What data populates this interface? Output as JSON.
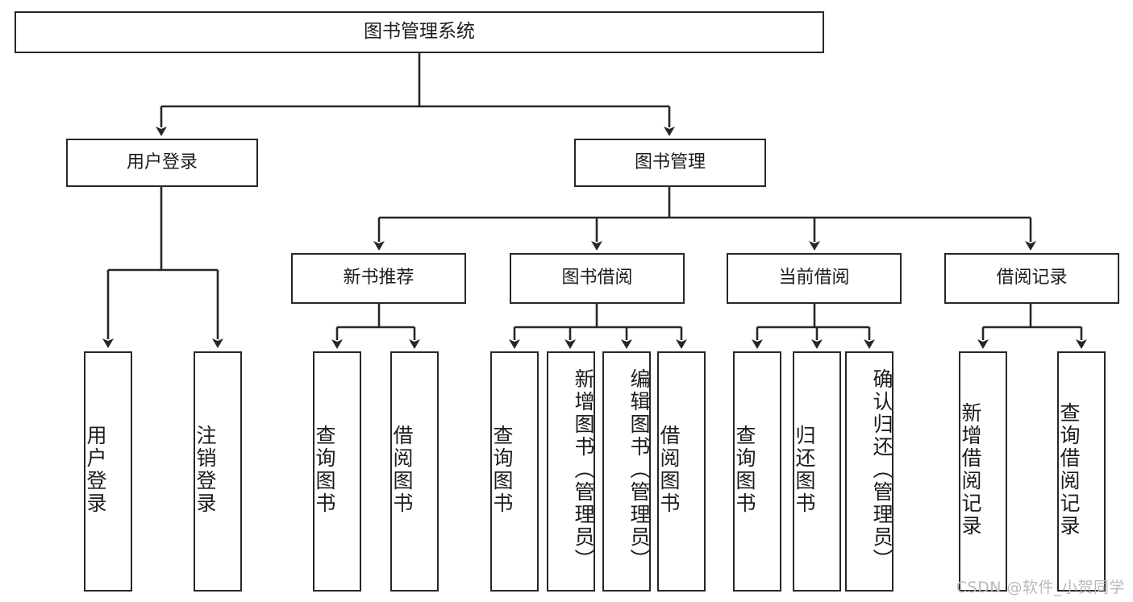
{
  "diagram": {
    "type": "tree",
    "title": "图书管理系统",
    "watermark": "CSDN @软件_小贺同学",
    "colors": {
      "stroke": "#272727",
      "fill": "#ffffff",
      "text": "#1c1c1c",
      "watermark": "#b9b9b9"
    },
    "nodes": {
      "root": {
        "label": "图书管理系统"
      },
      "level2": [
        {
          "id": "user-login",
          "label": "用户登录"
        },
        {
          "id": "book-manage",
          "label": "图书管理"
        }
      ],
      "level3": [
        {
          "id": "new-book-recommend",
          "label": "新书推荐"
        },
        {
          "id": "book-borrow",
          "label": "图书借阅"
        },
        {
          "id": "current-borrow",
          "label": "当前借阅"
        },
        {
          "id": "borrow-record",
          "label": "借阅记录"
        }
      ],
      "leaves": [
        {
          "id": "leaf-user-login",
          "label": "用户登录",
          "parent": "user-login"
        },
        {
          "id": "leaf-logout",
          "label": "注销登录",
          "parent": "user-login"
        },
        {
          "id": "leaf-query-book-1",
          "label": "查询图书",
          "parent": "new-book-recommend"
        },
        {
          "id": "leaf-borrow-book-1",
          "label": "借阅图书",
          "parent": "new-book-recommend"
        },
        {
          "id": "leaf-query-book-2",
          "label": "查询图书",
          "parent": "book-borrow"
        },
        {
          "id": "leaf-add-book",
          "label": "新增图书（管理员）",
          "parent": "book-borrow"
        },
        {
          "id": "leaf-edit-book",
          "label": "编辑图书（管理员）",
          "parent": "book-borrow"
        },
        {
          "id": "leaf-borrow-book-2",
          "label": "借阅图书",
          "parent": "book-borrow"
        },
        {
          "id": "leaf-query-book-3",
          "label": "查询图书",
          "parent": "current-borrow"
        },
        {
          "id": "leaf-return-book",
          "label": "归还图书",
          "parent": "current-borrow"
        },
        {
          "id": "leaf-confirm-return",
          "label": "确认归还（管理员）",
          "parent": "current-borrow"
        },
        {
          "id": "leaf-add-record",
          "label": "新增借阅记录",
          "parent": "borrow-record"
        },
        {
          "id": "leaf-query-record",
          "label": "查询借阅记录",
          "parent": "borrow-record"
        }
      ]
    }
  }
}
